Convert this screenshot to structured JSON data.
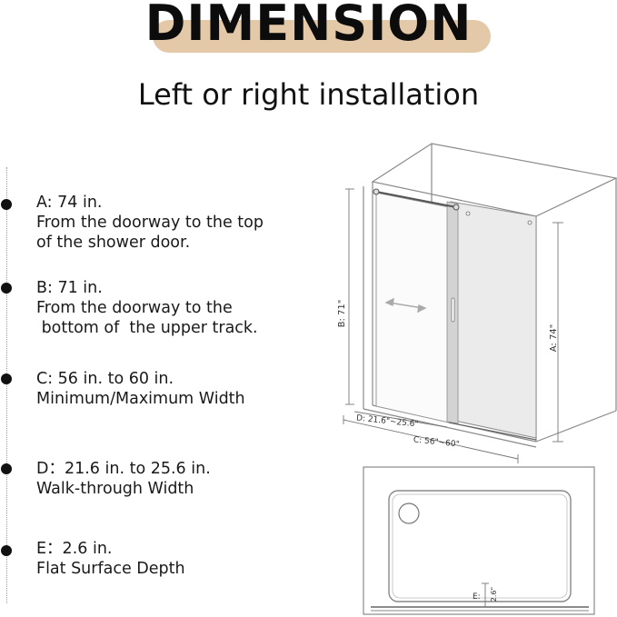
{
  "header": {
    "title": "DIMENSION",
    "subtitle": "Left or right installation"
  },
  "specs": [
    {
      "letter": "A",
      "value": "A: 74 in.",
      "lines": [
        "From the doorway to the top",
        "of the shower door."
      ]
    },
    {
      "letter": "B",
      "value": "B: 71 in.",
      "lines": [
        "From the doorway to the",
        " bottom of  the upper track."
      ]
    },
    {
      "letter": "C",
      "value": "C: 56 in. to 60 in.",
      "lines": [
        "Minimum/Maximum Width"
      ]
    },
    {
      "letter": "D",
      "value": "D：21.6 in. to 25.6 in.",
      "lines": [
        "Walk-through Width"
      ]
    },
    {
      "letter": "E",
      "value": "E：2.6 in.",
      "lines": [
        "Flat Surface Depth"
      ]
    }
  ],
  "diagram": {
    "label_a": "A: 74\"",
    "label_b": "B: 71\"",
    "label_c": "C: 56\"~60\"",
    "label_d": "D: 21.6\"~25.6\"",
    "label_e": "E:",
    "label_e_value": "2.6\""
  }
}
